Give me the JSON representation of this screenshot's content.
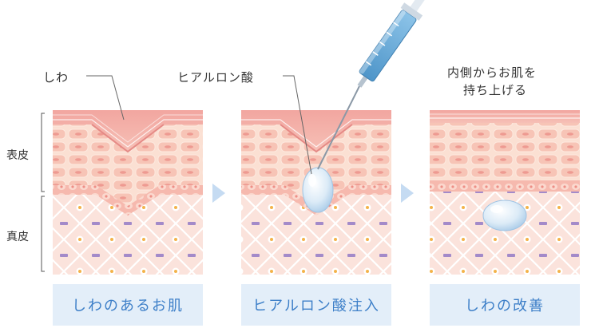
{
  "annotations": {
    "wrinkle": "しわ",
    "hyaluronic": "ヒアルロン酸",
    "lift_line1": "内側からお肌を",
    "lift_line2": "持ち上げる"
  },
  "layers": {
    "epidermis": "表皮",
    "dermis": "真皮"
  },
  "captions": [
    "しわのあるお肌",
    "ヒアルロン酸注入",
    "しわの改善"
  ],
  "colors": {
    "caption_bg": "#e3eef9",
    "caption_text": "#3d7fc8",
    "arrow": "#c5dbf2",
    "epidermis_cell": "#f5b7b0",
    "dermis_bg": "#fbe3dc",
    "fiber": "#ffffff",
    "nucleus": "#f3b34a",
    "purple_mark": "#a38ac9",
    "syringe": "#6aa9d6"
  }
}
